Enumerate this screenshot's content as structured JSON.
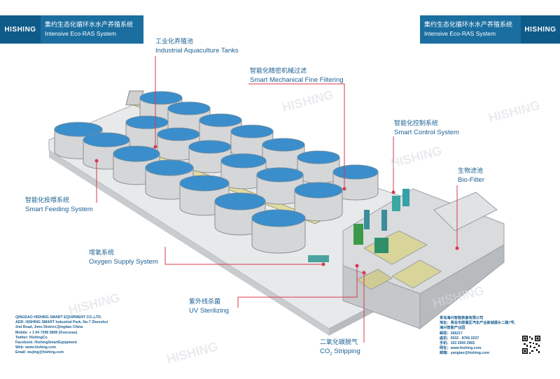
{
  "header": {
    "logo": "HISHING",
    "title_zh": "集约生态化循环水水产养殖系统",
    "title_en": "Intensive Eco-RAS  System"
  },
  "labels": {
    "tanks": {
      "zh": "工业化养殖池",
      "en": "Industrial Aquaculture Tanks"
    },
    "filtering": {
      "zh": "智能化精密机械过滤",
      "en": "Smart Mechanical Fine Filtering"
    },
    "control": {
      "zh": "智能化控制系统",
      "en": "Smart Control System"
    },
    "biofilter": {
      "zh": "生物滤池",
      "en": "Bio-Filter"
    },
    "feeding": {
      "zh": "智能化投喂系统",
      "en": "Smart Feeding System"
    },
    "oxygen": {
      "zh": "增氧系统",
      "en": "Oxygen Supply System"
    },
    "uv": {
      "zh": "紫外线杀菌",
      "en": "UV Sterilizing"
    },
    "co2": {
      "zh": "二氧化碳脱气",
      "en": "CO",
      "en_sub": "2",
      "en_tail": " Stripping"
    }
  },
  "footer_en": [
    "QINGDAO HISHING SMART EQUIPMENT CO.,LTD.",
    "ADD:  HISHING SMART Industrial Park, No.7 Zhenshui",
    "           2nd Road, Jimo District,Qingdao China",
    "Mobile:  + 1 64 7298 5808 (Overseas)",
    "Twitter:  HishingCo",
    "Facebook:  HishingSmartEquipment",
    "Web:  www.hishing.com",
    "Email:  wujing@hishing.com"
  ],
  "footer_cn": [
    "青岛海兴智能装备有限公司",
    "地址：青岛市即墨区汽车产业新城振水二路7号,",
    "           海兴智能产业园",
    "邮政：266217",
    "座机：0532 - 8766 0237",
    "手机：153 2500 2965",
    "网址：www.hishing.com",
    "邮箱：yangtao@hishing.com"
  ],
  "watermark": "HISHING"
}
